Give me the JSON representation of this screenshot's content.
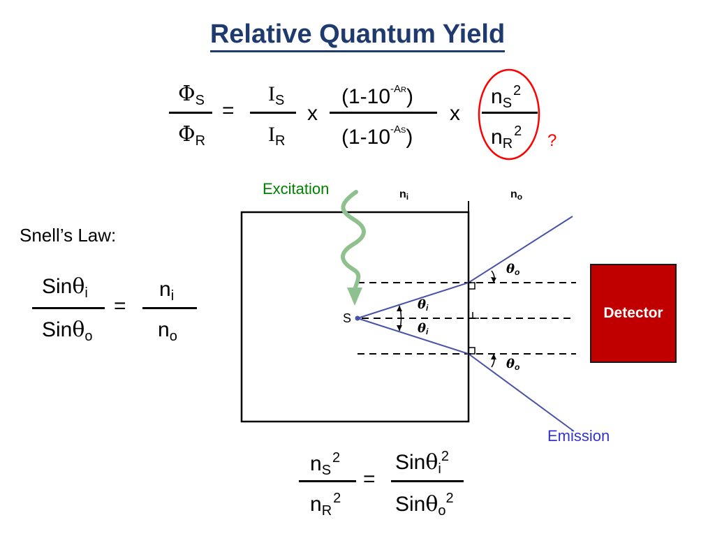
{
  "title": "Relative Quantum Yield",
  "main_equation": {
    "phi_symbol": "Φ",
    "phi_sub_top": "S",
    "phi_sub_bottom": "R",
    "equals": "=",
    "intensity_symbol": "I",
    "i_sub_top": "S",
    "i_sub_bottom": "R",
    "times": "x",
    "abs_top_prefix": "(1-10",
    "abs_top_exp": "-A",
    "abs_top_exp_sub": "R",
    "abs_top_suffix": ")",
    "abs_bottom_prefix": "(1-10",
    "abs_bottom_exp": "-A",
    "abs_bottom_exp_sub": "S",
    "abs_bottom_suffix": ")",
    "n_symbol": "n",
    "n_sub_top": "S",
    "n_sub_bottom": "R",
    "power": "2",
    "question_mark": "?"
  },
  "snell": {
    "heading": "Snell’s Law:",
    "sin": "Sin",
    "theta": "θ",
    "sub_i": "i",
    "sub_o": "o",
    "n": "n",
    "equals": "="
  },
  "diagram": {
    "excitation_label": "Excitation",
    "n_inner": "n",
    "n_inner_sub": "i",
    "n_outer": "n",
    "n_outer_sub": "o",
    "source_label": "S",
    "theta": "θ",
    "theta_i_sub": "i",
    "theta_o_sub": "o",
    "detector_label": "Detector",
    "emission_label": "Emission",
    "colors": {
      "excitation": "#008000",
      "wavy_arrow": "#8fc08f",
      "emission": "#3333cc",
      "rays": "#4a52a8",
      "detector": "#c00000",
      "title": "#1f3a6e",
      "highlight_circle": "#ff0000"
    }
  },
  "bottom_equation": {
    "n": "n",
    "sub_s": "S",
    "sub_r": "R",
    "power": "2",
    "equals": "=",
    "sin": "Sin",
    "theta": "θ",
    "sub_i": "i",
    "sub_o": "o"
  }
}
